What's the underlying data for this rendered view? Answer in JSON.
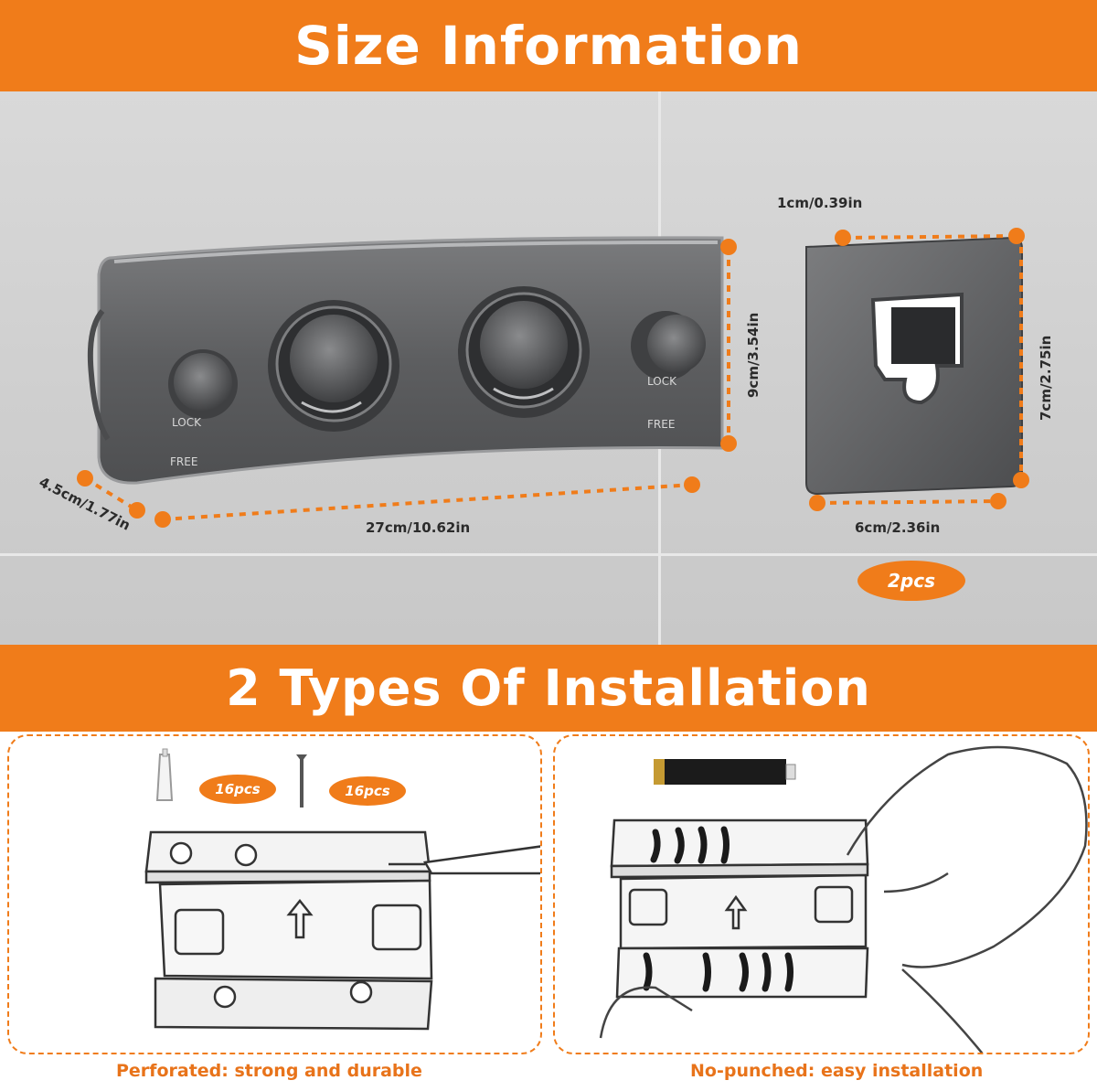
{
  "header": {
    "title": "Size Information"
  },
  "product": {
    "dimensions": {
      "width": "27cm/10.62in",
      "height": "9cm/3.54in",
      "depth": "4.5cm/1.77in"
    },
    "knob_labels": {
      "lock_left": "LOCK",
      "free_left": "FREE",
      "lock_right": "LOCK",
      "free_right": "FREE"
    }
  },
  "bracket": {
    "dimensions": {
      "thickness": "1cm/0.39in",
      "height": "7cm/2.75in",
      "width": "6cm/2.36in"
    },
    "quantity": "2pcs"
  },
  "installation": {
    "title": "2 Types Of Installation",
    "perforated": {
      "anchor_qty": "16pcs",
      "screw_qty": "16pcs",
      "caption": "Perforated: strong and durable"
    },
    "no_punched": {
      "caption": "No-punched: easy installation"
    }
  },
  "colors": {
    "accent": "#f07c1a",
    "product": "#5f6062",
    "wall": "#d4d4d4"
  }
}
